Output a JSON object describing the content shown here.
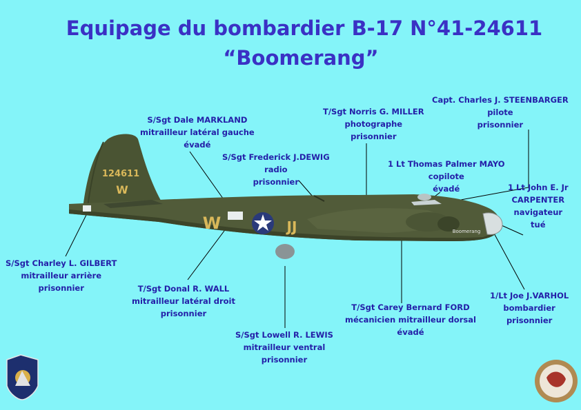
{
  "title": {
    "line1": "Equipage du bombardier B-17 N°41-24611",
    "line2": "“Boomerang”"
  },
  "aircraft": {
    "tail_serial": "124611",
    "tail_letter": "W",
    "fuselage_left": "W",
    "fuselage_right": "JJ",
    "nose_name": "Boomerang"
  },
  "crew": [
    {
      "name": "Capt. Charles J. STEENBARGER",
      "role": "pilote",
      "status": "prisonnier"
    },
    {
      "name": "T/Sgt Norris G. MILLER",
      "role": "photographe",
      "status": "prisonnier"
    },
    {
      "name": "S/Sgt Dale MARKLAND",
      "role": "mitrailleur latéral gauche",
      "status": "évadé"
    },
    {
      "name": "S/Sgt Frederick J.DEWIG",
      "role": "radio",
      "status": "prisonnier"
    },
    {
      "name": "1 Lt Thomas Palmer MAYO",
      "role": "copilote",
      "status": "évadé"
    },
    {
      "name": "1 Lt John E. Jr",
      "role": "CARPENTER",
      "role2": "navigateur",
      "status": "tué"
    },
    {
      "name": "S/Sgt Charley L. GILBERT",
      "role": "mitrailleur arrière",
      "status": "prisonnier"
    },
    {
      "name": "T/Sgt Donal R. WALL",
      "role": "mitrailleur latéral droit",
      "status": "prisonnier"
    },
    {
      "name": "S/Sgt Lowell R. LEWIS",
      "role": "mitrailleur ventral",
      "status": "prisonnier"
    },
    {
      "name": "T/Sgt Carey Bernard FORD",
      "role": "mécanicien mitrailleur dorsal",
      "status": "évadé"
    },
    {
      "name": "1/Lt Joe J.VARHOL",
      "role": "bombardier",
      "status": "prisonnier"
    }
  ],
  "colors": {
    "background": "#84f4f9",
    "title": "#3a31c4",
    "label": "#2420a8",
    "aircraft": "#4a5433"
  }
}
